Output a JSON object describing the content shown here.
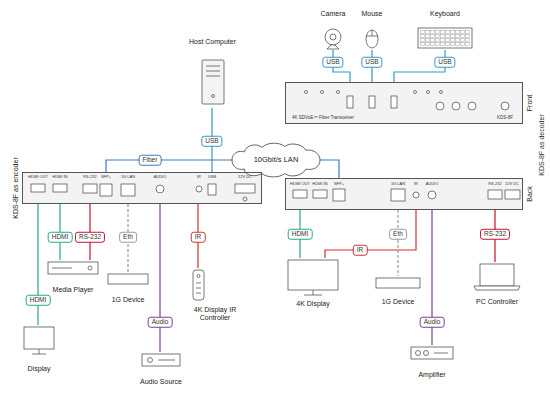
{
  "diagram": {
    "nodes": [
      {
        "text": [
          "Host Computer"
        ]
      },
      {
        "text": [
          "10Gbit/s LAN"
        ]
      },
      {
        "text": [
          "KDS-8F as encoder"
        ]
      },
      {
        "text": [
          "Back"
        ]
      },
      {
        "text": [
          "Front"
        ]
      },
      {
        "text": [
          "Camera"
        ]
      },
      {
        "text": [
          "Mouse"
        ]
      },
      {
        "text": [
          "Keyboard"
        ]
      },
      {
        "text": [
          "Media Player"
        ]
      },
      {
        "text": [
          "1G Device"
        ]
      },
      {
        "text": [
          "4K Display IR Controller"
        ]
      },
      {
        "text": [
          "Display"
        ]
      },
      {
        "text": [
          "Audio Source"
        ]
      },
      {
        "text": [
          "4K Display"
        ]
      },
      {
        "text": [
          "1G Device"
        ]
      },
      {
        "text": [
          "Amplifier"
        ]
      },
      {
        "text": [
          "PC Controller"
        ]
      }
    ],
    "edges": [
      {
        "from": 0,
        "to": 2,
        "label": "USB",
        "arrow": "none"
      },
      {
        "from": 2,
        "to": 1,
        "label": "Fiber",
        "arrow": "none"
      },
      {
        "from": 1,
        "to": 3,
        "arrow": "none"
      },
      {
        "from": 5,
        "to": 4,
        "label": "USB",
        "arrow": "none"
      },
      {
        "from": 6,
        "to": 4,
        "label": "USB",
        "arrow": "none"
      },
      {
        "from": 7,
        "to": 4,
        "label": "USB",
        "arrow": "none"
      },
      {
        "from": 2,
        "to": 11,
        "label": "HDMI",
        "arrow": "none"
      },
      {
        "from": 2,
        "to": 8,
        "label": "HDMI",
        "arrow": "none"
      },
      {
        "from": 2,
        "to": 8,
        "label": "RS-232",
        "arrow": "none"
      },
      {
        "from": 2,
        "to": 9,
        "label": "Eth",
        "arrow": "none"
      },
      {
        "from": 2,
        "to": 10,
        "label": "IR",
        "arrow": "none"
      },
      {
        "from": 2,
        "to": 12,
        "label": "Audio",
        "arrow": "none"
      },
      {
        "from": 3,
        "to": 13,
        "label": "HDMI",
        "arrow": "none"
      },
      {
        "from": 3,
        "to": 13,
        "label": "IR",
        "arrow": "none"
      },
      {
        "from": 3,
        "to": 14,
        "label": "Eth",
        "arrow": "none"
      },
      {
        "from": 3,
        "to": 15,
        "label": "Audio",
        "arrow": "none"
      },
      {
        "from": 3,
        "to": 16,
        "label": "RS-232",
        "arrow": "none"
      }
    ],
    "labels": [
      "KDS-8F as decoder",
      "HDMI OUT",
      "HDMI IN",
      "RS-232",
      "SFP+",
      "1G LAN",
      "AUDIO",
      "IR",
      "USB",
      "12V DC",
      "HDMI OUT",
      "HDMI IN",
      "SFP+",
      "1G LAN",
      "IR",
      "AUDIO",
      "RS-232",
      "12V DC",
      "4K SDVoE™ Fiber Transceiver",
      "KDS-8F"
    ]
  }
}
